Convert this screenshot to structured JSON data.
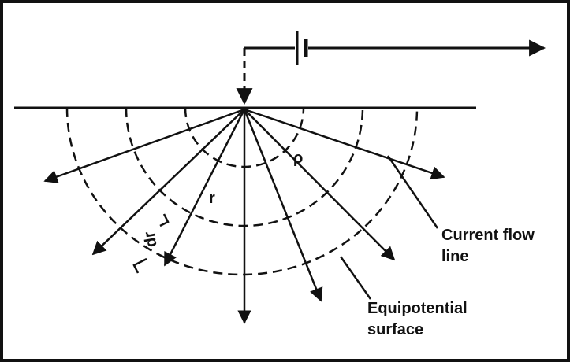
{
  "labels": {
    "rho": "ρ",
    "r": "r",
    "dr": "dr",
    "current_flow_line_1": "Current flow",
    "current_flow_line_2": "line",
    "equipotential_1": "Equipotential",
    "equipotential_2": "surface"
  },
  "colors": {
    "ink": "#111111",
    "background": "#ffffff"
  },
  "icons": {
    "battery": "battery-cell-icon",
    "arrow": "arrowhead-icon"
  }
}
